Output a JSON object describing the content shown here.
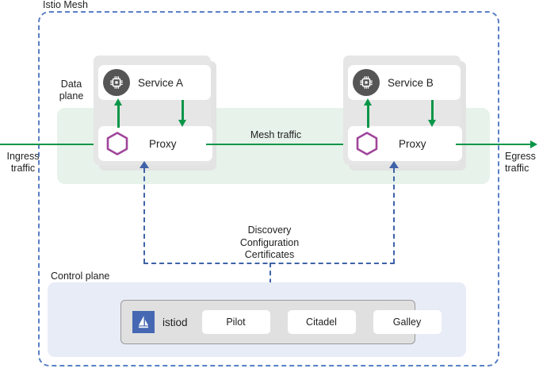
{
  "diagram": {
    "title": "Istio Mesh",
    "mesh_label": "Istio Mesh",
    "data_plane_label": "Data plane",
    "control_plane_label": "Control plane"
  },
  "traffic": {
    "ingress_label": "Ingress\ntraffic",
    "ingress_line1": "Ingress",
    "ingress_line2": "traffic",
    "mesh_traffic_label": "Mesh traffic",
    "egress_line1": "Egress",
    "egress_line2": "traffic"
  },
  "pods": [
    {
      "service_label": "Service A",
      "proxy_label": "Proxy",
      "service_icon": "microchip-icon",
      "proxy_icon": "hexagon-icon"
    },
    {
      "service_label": "Service B",
      "proxy_label": "Proxy",
      "service_icon": "microchip-icon",
      "proxy_icon": "hexagon-icon"
    }
  ],
  "control_connector": {
    "line1": "Discovery",
    "line2": "Configuration",
    "line3": "Certificates"
  },
  "control_plane": {
    "istiod_name": "istiod",
    "istiod_icon": "istio-sail-logo-icon",
    "components": [
      {
        "label": "Pilot"
      },
      {
        "label": "Citadel"
      },
      {
        "label": "Galley"
      }
    ]
  },
  "colors": {
    "mesh_border": "#5a7fc4",
    "data_plane_bg": "#e6f2ea",
    "control_plane_bg": "#e8ecf7",
    "traffic_green": "#0a9648",
    "connector_blue": "#3f62a8",
    "hexagon_purple": "#a0459b",
    "service_icon_gray": "#555555",
    "istiod_blue": "#4668b3",
    "pod_gray": "#e6e6e6"
  }
}
